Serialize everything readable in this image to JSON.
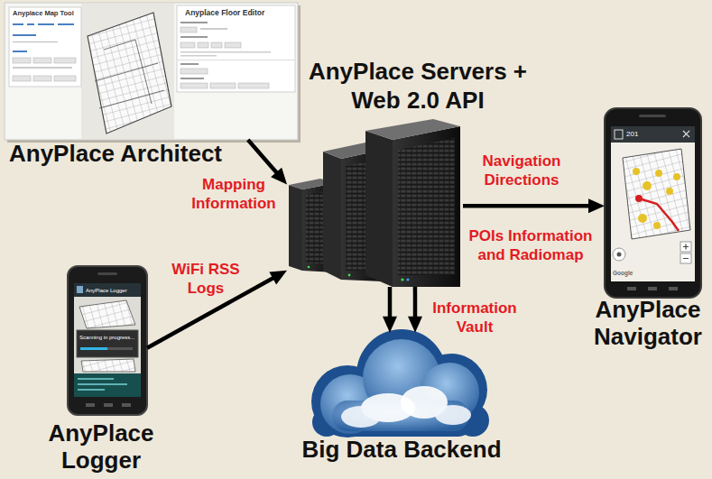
{
  "diagram": {
    "nodes": [
      {
        "text": [
          "AnyPlace Architect"
        ]
      },
      {
        "text": [
          "AnyPlace Servers + Web 2.0 API"
        ]
      },
      {
        "text": [
          "AnyPlace Navigator"
        ]
      },
      {
        "text": [
          "AnyPlace Logger"
        ]
      },
      {
        "text": [
          "Big Data Backend"
        ]
      }
    ],
    "edges": [
      {
        "from": 0,
        "to": 1,
        "label": "Mapping Information",
        "arrow": "to"
      },
      {
        "from": 3,
        "to": 1,
        "label": "WiFi RSS Logs",
        "arrow": "to"
      },
      {
        "from": 1,
        "to": 2,
        "label": "Navigation Directions",
        "arrow": "to"
      },
      {
        "from": 1,
        "to": 4,
        "arrow": "to"
      },
      {
        "from": 1,
        "to": 4,
        "label": "Information Vault",
        "arrow": "to"
      }
    ],
    "labels": [
      "Anyplace Map Tool",
      "Anyplace Floor Editor",
      "201",
      "Google",
      "POIs Information and Radiomap",
      "AnyPlace Logger",
      "Scanning in progress..."
    ]
  }
}
